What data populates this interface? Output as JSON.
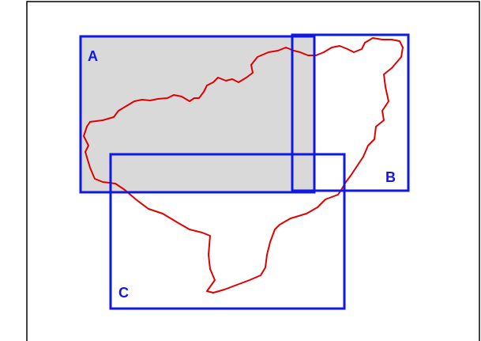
{
  "colors": {
    "box_stroke": "#0f18e6",
    "box_label": "#0f18e6",
    "boundary": "#e00000",
    "region_fill": "#d9d9d9",
    "frame": "#000000"
  },
  "boxes": {
    "a": {
      "label": "A"
    },
    "b": {
      "label": "B"
    },
    "c": {
      "label": "C"
    }
  }
}
